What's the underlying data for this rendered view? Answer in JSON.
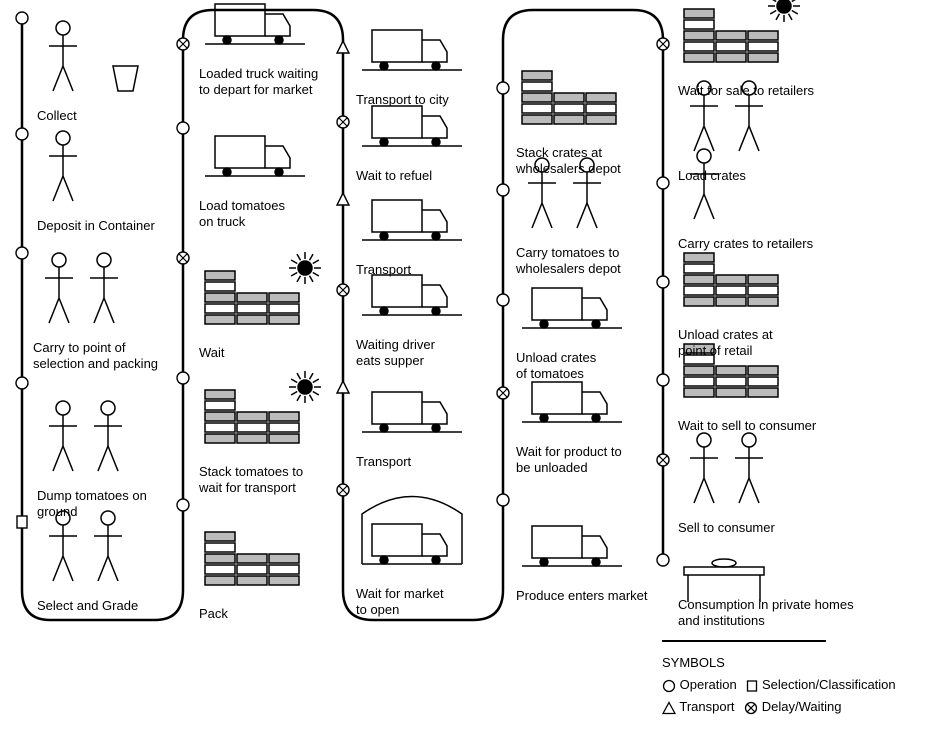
{
  "columns": [
    {
      "steps": [
        {
          "symbol": "operation",
          "label": "Collect",
          "art": "person-bucket"
        },
        {
          "symbol": "operation",
          "label": "Deposit in Container",
          "art": "person"
        },
        {
          "symbol": "operation",
          "label": "Carry to point of\nselection and packing",
          "art": "two-people"
        },
        {
          "symbol": "operation",
          "label": "Dump tomatoes on\nground",
          "art": "two-people"
        },
        {
          "symbol": "selection",
          "label": "Select and Grade",
          "art": "two-people"
        }
      ]
    },
    {
      "steps": [
        {
          "symbol": "delay",
          "label": "Loaded truck waiting\nto depart for market",
          "art": "truck"
        },
        {
          "symbol": "operation",
          "label": "Load tomatoes\non truck",
          "art": "truck"
        },
        {
          "symbol": "delay",
          "label": "Wait",
          "art": "crates-sun"
        },
        {
          "symbol": "operation",
          "label": "Stack tomatoes to\nwait for transport",
          "art": "crates-sun"
        },
        {
          "symbol": "operation",
          "label": "Pack",
          "art": "crates"
        }
      ]
    },
    {
      "steps": [
        {
          "symbol": "transport",
          "label": "Transport to city",
          "art": "truck"
        },
        {
          "symbol": "delay",
          "label": "Wait to refuel",
          "art": "truck"
        },
        {
          "symbol": "transport",
          "label": "Transport",
          "art": "truck"
        },
        {
          "symbol": "delay",
          "label": "Waiting driver\neats supper",
          "art": "truck"
        },
        {
          "symbol": "transport",
          "label": "Transport",
          "art": "truck"
        },
        {
          "symbol": "delay",
          "label": "Wait for market\nto open",
          "art": "gate-truck"
        }
      ]
    },
    {
      "steps": [
        {
          "symbol": "operation",
          "label": "Stack crates at\nwholesalers depot",
          "art": "crates"
        },
        {
          "symbol": "operation",
          "label": "Carry tomatoes to\nwholesalers depot",
          "art": "two-people"
        },
        {
          "symbol": "operation",
          "label": "Unload crates\nof tomatoes",
          "art": "truck"
        },
        {
          "symbol": "delay",
          "label": "Wait for product to\nbe unloaded",
          "art": "truck"
        },
        {
          "symbol": "operation",
          "label": "Produce enters market",
          "art": "truck"
        }
      ]
    },
    {
      "steps": [
        {
          "symbol": "delay",
          "label": "Wait for sale to retailers",
          "art": "crates-sun"
        },
        {
          "symbol": "operation",
          "label": "Load crates",
          "art": "two-people"
        },
        {
          "symbol": "operation",
          "label": "Carry crates to retailers",
          "art": "person"
        },
        {
          "symbol": "operation",
          "label": "Unload crates at\npoint of retail",
          "art": "crates"
        },
        {
          "symbol": "delay",
          "label": "Wait to sell to consumer",
          "art": "crates"
        },
        {
          "symbol": "operation",
          "label": "Sell to consumer",
          "art": "two-people"
        },
        {
          "symbol": "operation",
          "label": "Consumption in private homes\nand institutions",
          "art": "table"
        }
      ]
    }
  ],
  "legend": {
    "title": "SYMBOLS",
    "operation": "Operation",
    "selection": "Selection/Classification",
    "transport": "Transport",
    "delay": "Delay/Waiting"
  }
}
